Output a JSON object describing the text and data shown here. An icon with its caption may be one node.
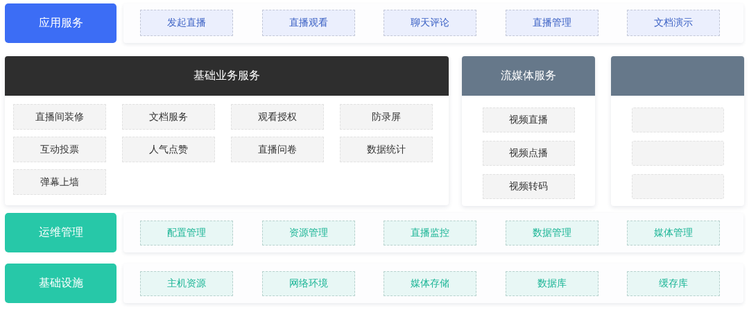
{
  "diagram": {
    "nodes": [
      {
        "text": [
          "应用服务"
        ]
      },
      {
        "text": [
          "发起直播"
        ]
      },
      {
        "text": [
          "直播观看"
        ]
      },
      {
        "text": [
          "聊天评论"
        ]
      },
      {
        "text": [
          "直播管理"
        ]
      },
      {
        "text": [
          "文档演示"
        ]
      },
      {
        "text": [
          "基础业务服务"
        ]
      },
      {
        "text": [
          "直播间装修"
        ],
        "in": 6
      },
      {
        "text": [
          "文档服务"
        ],
        "in": 6
      },
      {
        "text": [
          "观看授权"
        ],
        "in": 6
      },
      {
        "text": [
          "防录屏"
        ],
        "in": 6
      },
      {
        "text": [
          "互动投票"
        ],
        "in": 6
      },
      {
        "text": [
          "人气点赞"
        ],
        "in": 6
      },
      {
        "text": [
          "直播问卷"
        ],
        "in": 6
      },
      {
        "text": [
          "数据统计"
        ],
        "in": 6
      },
      {
        "text": [
          "弹幕上墙"
        ],
        "in": 6
      },
      {
        "text": [
          "流媒体服务"
        ]
      },
      {
        "text": [
          "视频直播"
        ],
        "in": 16
      },
      {
        "text": [
          "视频点播"
        ],
        "in": 16
      },
      {
        "text": [
          "视频转码"
        ],
        "in": 16
      },
      {
        "text": [],
        "shape": "box"
      },
      {
        "text": [],
        "shape": "box",
        "in": 20
      },
      {
        "text": [],
        "shape": "box",
        "in": 20
      },
      {
        "text": [],
        "shape": "box",
        "in": 20
      },
      {
        "text": [
          "运维管理"
        ]
      },
      {
        "text": [
          "配置管理"
        ]
      },
      {
        "text": [
          "资源管理"
        ]
      },
      {
        "text": [
          "直播监控"
        ]
      },
      {
        "text": [
          "数据管理"
        ]
      },
      {
        "text": [
          "媒体管理"
        ]
      },
      {
        "text": [
          "基础设施"
        ]
      },
      {
        "text": [
          "主机资源"
        ]
      },
      {
        "text": [
          "网络环境"
        ]
      },
      {
        "text": [
          "媒体存储"
        ]
      },
      {
        "text": [
          "数据库"
        ]
      },
      {
        "text": [
          "缓存库"
        ]
      }
    ]
  }
}
